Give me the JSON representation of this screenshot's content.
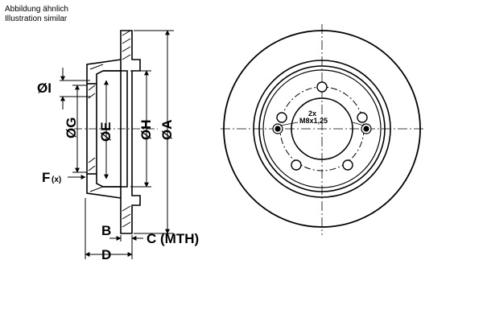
{
  "caption": {
    "line1": "Abbildung ähnlich",
    "line2": "Illustration similar"
  },
  "side_view": {
    "dim_I": "ØI",
    "dim_G": "ØG",
    "dim_E": "ØE",
    "dim_H": "ØH",
    "dim_A": "ØA",
    "dim_F": "F",
    "dim_F_suffix": "(x)",
    "dim_B": "B",
    "dim_C": "C (MTH)",
    "dim_D": "D"
  },
  "front_view": {
    "bolt_count": "2x",
    "thread": "M8x1,25"
  },
  "colors": {
    "line": "#000000",
    "background": "#ffffff"
  }
}
